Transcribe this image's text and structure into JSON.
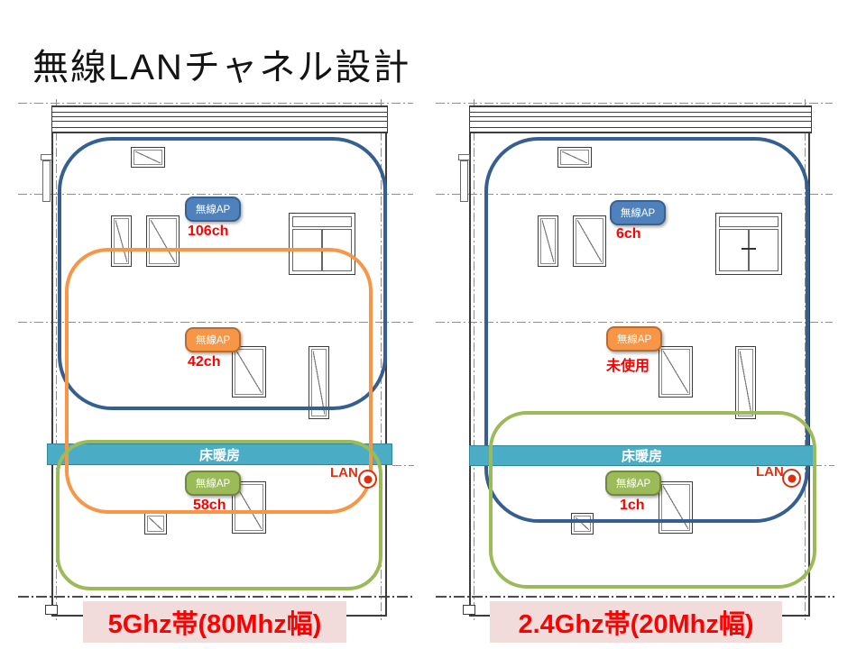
{
  "title": "無線LANチャネル設計",
  "houses": [
    {
      "id": "left",
      "band_label": "5Ghz帯(80Mhz幅)",
      "floor_heating": "床暖房",
      "lan": "LAN",
      "aps": [
        {
          "label": "無線AP",
          "channel": "106ch",
          "band_color": "blue"
        },
        {
          "label": "無線AP",
          "channel": "42ch",
          "band_color": "orange"
        },
        {
          "label": "無線AP",
          "channel": "58ch",
          "band_color": "green"
        }
      ]
    },
    {
      "id": "right",
      "band_label": "2.4Ghz帯(20Mhz幅)",
      "floor_heating": "床暖房",
      "lan": "LAN",
      "aps": [
        {
          "label": "無線AP",
          "channel": "6ch",
          "band_color": "blue"
        },
        {
          "label": "無線AP",
          "channel": "未使用",
          "band_color": "orange"
        },
        {
          "label": "無線AP",
          "channel": "1ch",
          "band_color": "green"
        }
      ]
    }
  ],
  "colors": {
    "coverage_blue": "#365f91",
    "coverage_orange": "#f79646",
    "coverage_green": "#9bbb59",
    "floor_heating_bar": "#4bacc6",
    "ap_badge_blue": "#4f81bd",
    "channel_text": "#ff0000",
    "band_label_bg": "#f2dcdb"
  }
}
